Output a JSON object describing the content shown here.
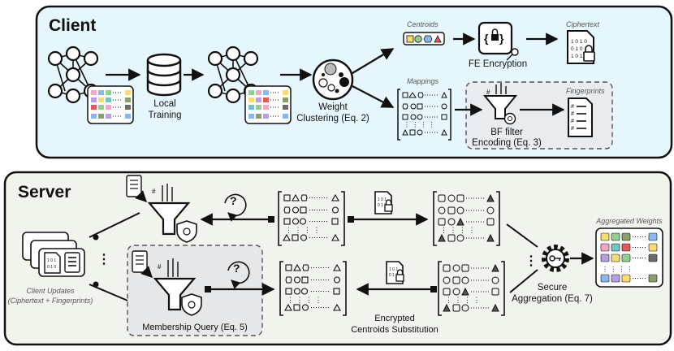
{
  "client": {
    "title": "Client",
    "local_training": [
      "Local",
      "Training"
    ],
    "weight_clustering": [
      "Weight",
      "Clustering (Eq. 2)"
    ],
    "centroids_label": "Centroids",
    "mappings_label": "Mappings",
    "fe_encryption": "FE Encryption",
    "ciphertext_label": "Ciphertext",
    "bf_filter": [
      "BF filter",
      "Encoding (Eq. 3)"
    ],
    "fingerprints_label": "Fingerprints"
  },
  "server": {
    "title": "Server",
    "client_updates": [
      "Client Updates",
      "(Ciphertext + Fingerprints)"
    ],
    "membership_query": "Membership Query (Eq. 5)",
    "encrypted_centroids": [
      "Encrypted",
      "Centroids Substitution"
    ],
    "secure_aggregation": [
      "Secure",
      "Aggregation (Eq. 7)"
    ],
    "aggregated_weights": "Aggregated Weights"
  },
  "colors": {
    "client_bg": "#e6f6fd",
    "server_bg": "#f1f4ec",
    "swatch_yellow": "#f7dc6f",
    "swatch_green": "#8fd18f",
    "swatch_blue": "#89b8f0",
    "swatch_red": "#e05a5a",
    "swatch_pink": "#f2a6c8",
    "swatch_purple": "#b8a0e0",
    "swatch_olive": "#8aa06a",
    "swatch_gray": "#6b6b6b",
    "swatch_teal": "#6fc6c6"
  }
}
